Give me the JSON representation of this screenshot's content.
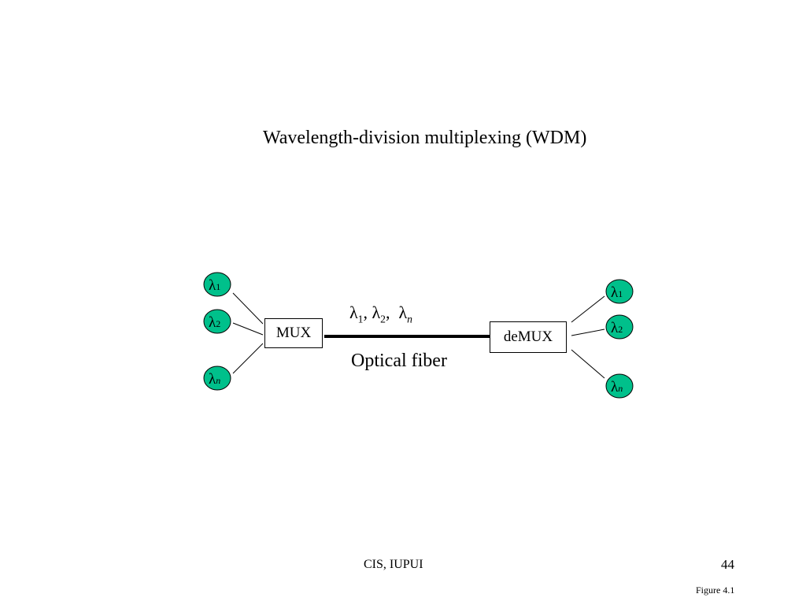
{
  "title": "Wavelength-division multiplexing  (WDM)",
  "colors": {
    "wavelength_fill": "#00c08b",
    "stroke": "#000000"
  },
  "wavelength_symbol": "λ",
  "mux": {
    "label": "MUX",
    "inputs": [
      {
        "sub": "1"
      },
      {
        "sub": "2"
      },
      {
        "sub": "n"
      }
    ]
  },
  "demux": {
    "label": "deMUX",
    "outputs": [
      {
        "sub": "1"
      },
      {
        "sub": "2"
      },
      {
        "sub": "n"
      }
    ]
  },
  "fiber": {
    "wavelengths_label_parts": [
      "λ",
      "1",
      ", ",
      "λ",
      "2",
      ",  ",
      "λ",
      "n"
    ],
    "label": "Optical fiber"
  },
  "footer": {
    "text": "CIS, IUPUI",
    "page_number": "44",
    "figure_ref": "Figure 4.1"
  }
}
